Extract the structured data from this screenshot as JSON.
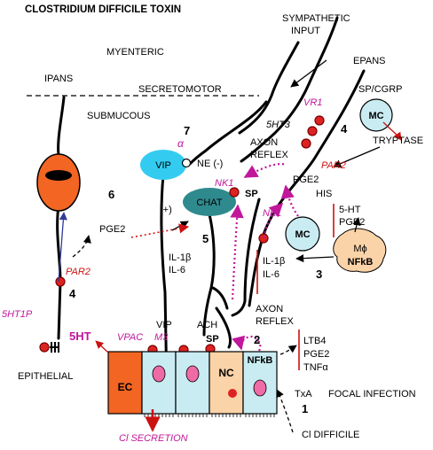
{
  "title": "CLOSTRIDIUM  DIFFICILE TOXIN",
  "labels": {
    "sympathetic_1": "SYMPATHETIC",
    "sympathetic_2": "INPUT",
    "epans": "EPANS",
    "myenteric": "MYENTERIC",
    "ipans": "IPANS",
    "secretomotor": "SECRETOMOTOR",
    "submucous": "SUBMUCOUS",
    "sp_cgrp": "SP/CGRP",
    "vr1": "VR1",
    "ht3": "5HT3",
    "tryptase": "TRYPTASE",
    "seven": "7",
    "alpha": "α",
    "ne": "NE  (-)",
    "axon_reflex_upper_1": "AXON",
    "axon_reflex_upper_2": "REFLEX",
    "four_right": "4",
    "par2_right": "PAR2",
    "pge2_right": "PGE2",
    "six": "6",
    "plus": "(+)",
    "nk1_upper": "NK1",
    "sp_upper": "SP",
    "nk1_mid": "NK1",
    "his": "HIS",
    "ht_5": "5-HT",
    "pge2_mc": "PGE2",
    "pge2_left": "PGE2",
    "five": "5",
    "il1b_left": "IL-1β",
    "il6_left": "IL-6",
    "il1b_right": "IL-1β",
    "il6_right": "IL-6",
    "three": "3",
    "par2_left": "PAR2",
    "four_left": "4",
    "ht1p": "5HT1P",
    "ht_bold": "5HT",
    "vip_bottom": "VIP",
    "ach": "ACH",
    "axon_reflex_lower_1": "AXON",
    "axon_reflex_lower_2": "REFLEX",
    "vpac": "VPAC",
    "m3": "M3",
    "sp_lower": "SP",
    "two": "2",
    "ltb4": "LTB4",
    "pge2_bottom": "PGE2",
    "tnfa": "TNFα",
    "epithelial": "EPITHELIAL",
    "txa": "TxA",
    "focal_infection": "FOCAL INFECTION",
    "one": "1",
    "cl_secretion": "Cl SECRETION",
    "cl_difficile": "Cl DIFFICILE"
  },
  "nodes": {
    "mc_top": "MC",
    "vip": "VIP",
    "chat": "CHAT",
    "mc_mid": "MC",
    "macrophage": "Mϕ",
    "nfkb_mac": "NFkB",
    "ec": "EC",
    "nc": "NC",
    "nfkb_cell": "NFkB"
  },
  "colors": {
    "black": "#000000",
    "red": "#cc1111",
    "magenta": "#c0179b",
    "navy": "#303a9a",
    "vip_fill": "#33ccf0",
    "chat_fill": "#2f8a8e",
    "mc_fill": "#c9ecf2",
    "cell_fill": "#c9ecf2",
    "ec_fill": "#f26522",
    "nc_fill": "#fbd3a8",
    "mac_fill": "#fbd3a8",
    "nucleus": "#ef6ba6",
    "dot": "#dd2222"
  }
}
